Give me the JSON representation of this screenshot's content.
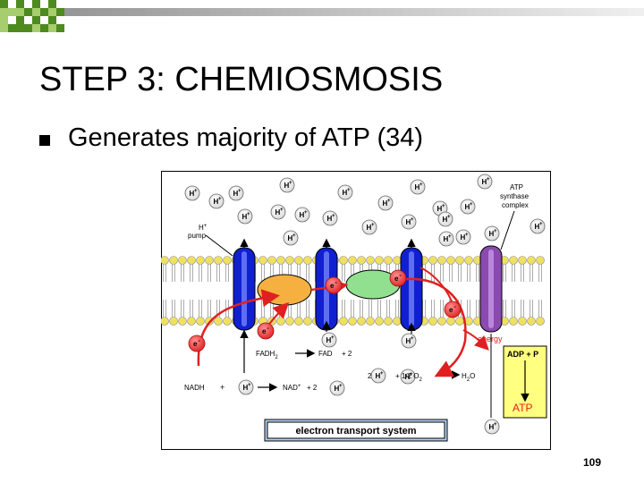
{
  "slide": {
    "title": "STEP 3: CHEMIOSMOSIS",
    "bullet": "Generates majority of ATP (34)",
    "page_number": "109"
  },
  "diagram": {
    "proton_label": "H",
    "proton_charge": "+",
    "electron_label": "e",
    "electron_charge": "-",
    "pump_label_line1": "H",
    "pump_label_line2": "pump",
    "atp_synthase_line1": "ATP",
    "atp_synthase_line2": "synthase",
    "atp_synthase_line3": "complex",
    "energy_label": "energy",
    "adp_p_label": "ADP + P",
    "atp_label": "ATP",
    "fadh_label": "FADH",
    "fadh_sub": "2",
    "fad_label": "FAD",
    "fad_plus_2": "+ 2",
    "water_coef": "2",
    "half_o2": "+ 1/2 O",
    "o2_sub": "2",
    "h2o_h": "H",
    "h2o_sub": "2",
    "h2o_o": "O",
    "nadh_label": "NADH",
    "nadh_plus": "+",
    "nad_label": "NAD",
    "nad_plus_2": "+ 2",
    "ets_label": "electron transport system",
    "colors": {
      "membrane": "#f0e060",
      "pump_blue": "#1020d0",
      "synthase_purple": "#8a4ab0",
      "arrow_red": "#e02020",
      "complex_orange": "#f5b040",
      "complex_green": "#90e090",
      "box_yellow": "#ffff80",
      "ets_box": "#b0d0f0"
    }
  }
}
